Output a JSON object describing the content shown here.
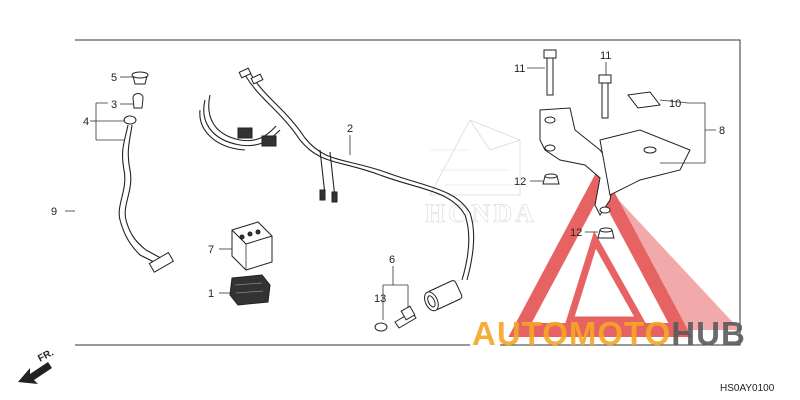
{
  "diagram_code": "HS0AY0100",
  "direction_label": "FR.",
  "callouts": [
    "1",
    "2",
    "3",
    "4",
    "5",
    "6",
    "7",
    "8",
    "9",
    "10",
    "11",
    "11",
    "12",
    "12",
    "13"
  ],
  "watermark": {
    "brand_left": "AUTOMOTO",
    "brand_right": "HUB",
    "color_orange": "#f5a623",
    "color_gray": "#5a5a5a",
    "color_red": "#e0302f",
    "faint_mark_text": "HONDA"
  }
}
